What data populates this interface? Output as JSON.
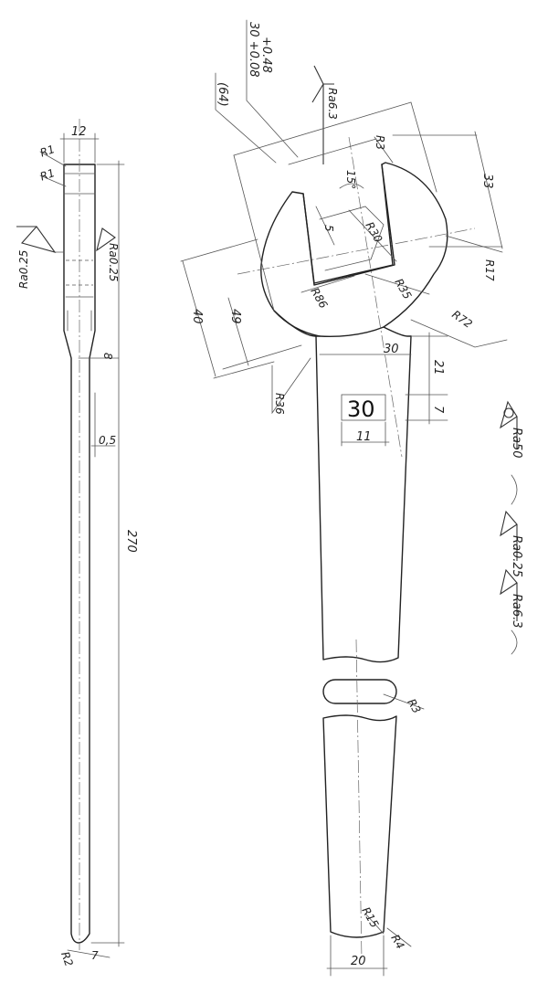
{
  "side_view": {
    "width_top": "12",
    "radius_1": "R1",
    "radius_2": "R1",
    "surface_finish": "Ra0.25",
    "surface_finish_2": "Ra0.25",
    "step_8": "8",
    "offset_05": "0,5",
    "length_total": "270",
    "radius_end": "R2",
    "end_7": "7"
  },
  "head": {
    "dim_64": "(64)",
    "tolerance_upper": "+0.48",
    "tolerance_lower": "30 +0.08",
    "finish_jaw": "Ra6.3",
    "radius_r3": "R3",
    "dim_33": "33",
    "angle_15": "15°",
    "dim_5": "5",
    "radius_r30": "R30",
    "radius_r35": "R35",
    "radius_r17": "R17",
    "radius_r86": "R86",
    "radius_r72": "R72",
    "dim_40": "40",
    "dim_49": "49",
    "radius_r36": "R36"
  },
  "handle": {
    "width_30": "30",
    "dim_21": "21",
    "marking": "30",
    "dim_7": "7",
    "dim_11": "11",
    "slot_radius": "R3",
    "end_radius_15": "R15",
    "end_radius_4": "R4",
    "width_20": "20"
  },
  "notes": {
    "finish_general": "Ra50",
    "finish_a": "Ra0.25",
    "finish_b": "Ra6.3"
  }
}
